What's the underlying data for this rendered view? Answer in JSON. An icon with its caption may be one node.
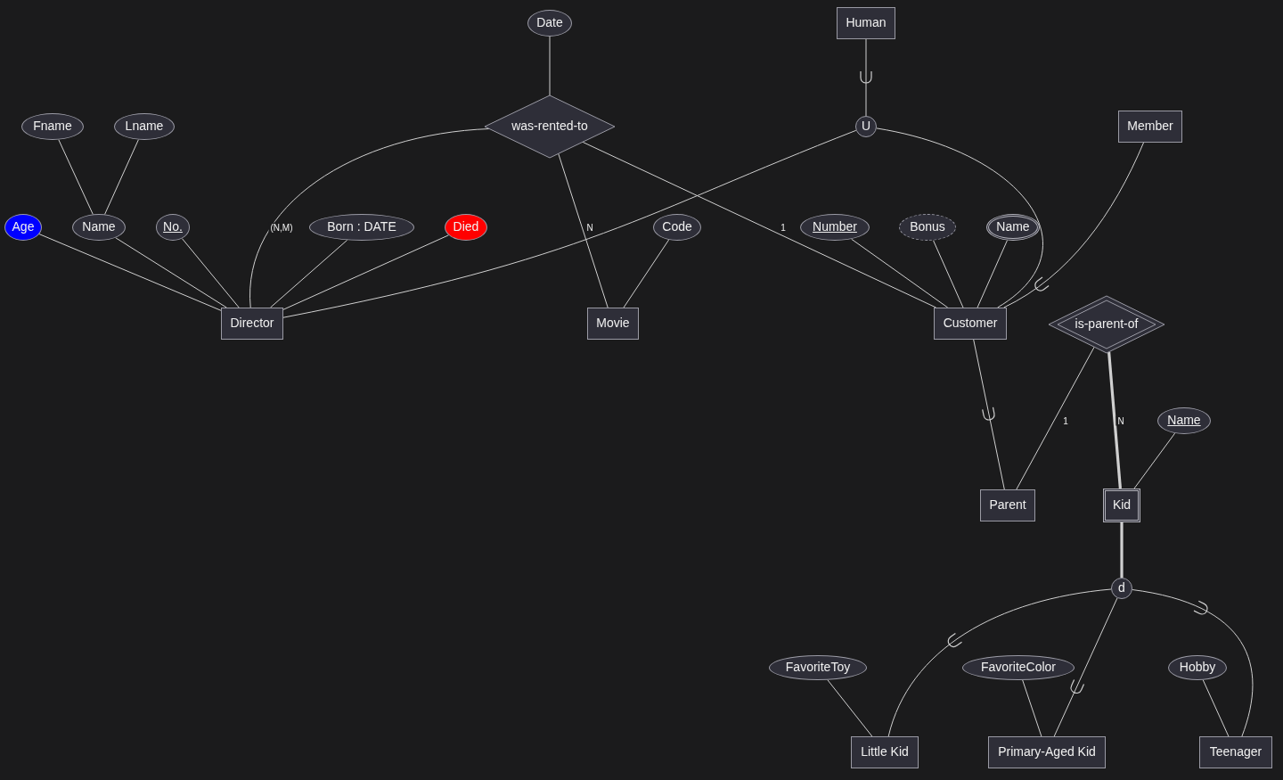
{
  "diagram": {
    "nodes": [
      {
        "text": [
          "Date"
        ]
      },
      {
        "text": [
          "Human"
        ]
      },
      {
        "text": [
          "was-rented-to"
        ]
      },
      {
        "text": [
          "Fname"
        ]
      },
      {
        "text": [
          "Lname"
        ]
      },
      {
        "text": [
          "U"
        ]
      },
      {
        "text": [
          "Member"
        ]
      },
      {
        "text": [
          "Age"
        ]
      },
      {
        "text": [
          "Name"
        ]
      },
      {
        "text": [
          "No."
        ]
      },
      {
        "text": [
          "Born : DATE"
        ]
      },
      {
        "text": [
          "Died"
        ]
      },
      {
        "text": [
          "Code"
        ]
      },
      {
        "text": [
          "Number"
        ]
      },
      {
        "text": [
          "Bonus"
        ]
      },
      {
        "text": [
          "Name"
        ]
      },
      {
        "text": [
          "Director"
        ]
      },
      {
        "text": [
          "Movie"
        ]
      },
      {
        "text": [
          "Customer"
        ]
      },
      {
        "text": [
          "is-parent-of"
        ]
      },
      {
        "text": [
          "Name"
        ]
      },
      {
        "text": [
          "Parent"
        ]
      },
      {
        "text": [
          "Kid"
        ]
      },
      {
        "text": [
          "d"
        ]
      },
      {
        "text": [
          "FavoriteToy"
        ]
      },
      {
        "text": [
          "FavoriteColor"
        ]
      },
      {
        "text": [
          "Hobby"
        ]
      },
      {
        "text": [
          "Little Kid"
        ]
      },
      {
        "text": [
          "Primary-Aged Kid"
        ]
      },
      {
        "text": [
          "Teenager"
        ]
      }
    ],
    "edges": [
      {
        "from": 0,
        "to": 2,
        "arrow": "none"
      },
      {
        "from": 1,
        "to": 5,
        "arrow": "none"
      },
      {
        "from": 3,
        "to": 8,
        "arrow": "none"
      },
      {
        "from": 4,
        "to": 8,
        "arrow": "none"
      },
      {
        "from": 2,
        "to": 16,
        "arrow": "none",
        "label": "(N,M)"
      },
      {
        "from": 2,
        "to": 17,
        "arrow": "none",
        "label": "N"
      },
      {
        "from": 2,
        "to": 18,
        "arrow": "none",
        "label": "1"
      },
      {
        "from": 5,
        "to": 16,
        "arrow": "none"
      },
      {
        "from": 5,
        "to": 18,
        "arrow": "none"
      },
      {
        "from": 6,
        "to": 18,
        "arrow": "none"
      },
      {
        "from": 7,
        "to": 16,
        "arrow": "none"
      },
      {
        "from": 8,
        "to": 16,
        "arrow": "none"
      },
      {
        "from": 9,
        "to": 16,
        "arrow": "none"
      },
      {
        "from": 10,
        "to": 16,
        "arrow": "none"
      },
      {
        "from": 11,
        "to": 16,
        "arrow": "none"
      },
      {
        "from": 12,
        "to": 17,
        "arrow": "none"
      },
      {
        "from": 13,
        "to": 18,
        "arrow": "none"
      },
      {
        "from": 14,
        "to": 18,
        "arrow": "none"
      },
      {
        "from": 15,
        "to": 18,
        "arrow": "none"
      },
      {
        "from": 18,
        "to": 21,
        "arrow": "none"
      },
      {
        "from": 19,
        "to": 21,
        "arrow": "none",
        "label": "1"
      },
      {
        "from": 19,
        "to": 22,
        "arrow": "none",
        "label": "N",
        "style": "thick"
      },
      {
        "from": 20,
        "to": 22,
        "arrow": "none"
      },
      {
        "from": 22,
        "to": 23,
        "arrow": "none",
        "style": "thick"
      },
      {
        "from": 23,
        "to": 27,
        "arrow": "none"
      },
      {
        "from": 23,
        "to": 28,
        "arrow": "none"
      },
      {
        "from": 23,
        "to": 29,
        "arrow": "none"
      },
      {
        "from": 24,
        "to": 27,
        "arrow": "none"
      },
      {
        "from": 25,
        "to": 28,
        "arrow": "none"
      },
      {
        "from": 26,
        "to": 29,
        "arrow": "none"
      }
    ]
  }
}
